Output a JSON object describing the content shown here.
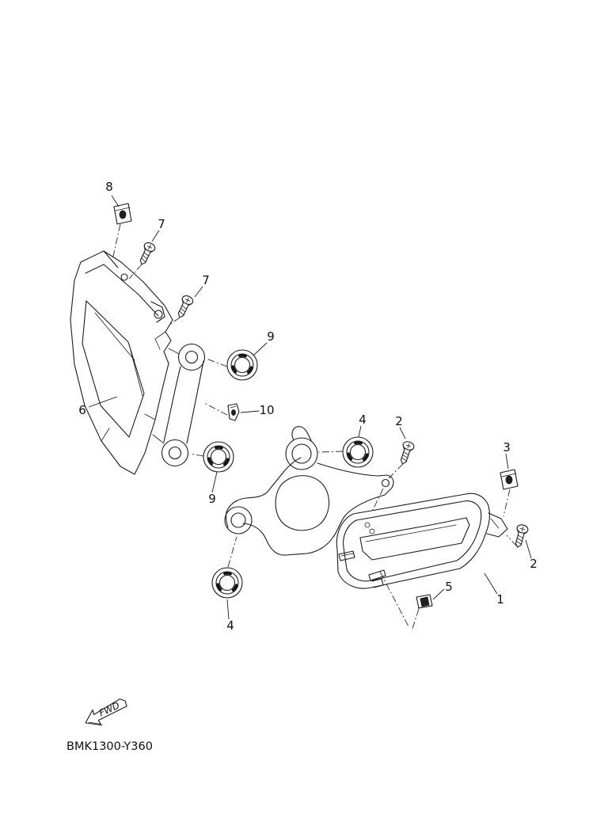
{
  "diagram": {
    "drawing_code": "BMK1300-Y360",
    "fwd_arrow_label": "FWD",
    "part_labels": [
      {
        "ref": "8"
      },
      {
        "ref": "7"
      },
      {
        "ref": "7"
      },
      {
        "ref": "9"
      },
      {
        "ref": "6"
      },
      {
        "ref": "10"
      },
      {
        "ref": "9"
      },
      {
        "ref": "4"
      },
      {
        "ref": "2"
      },
      {
        "ref": "3"
      },
      {
        "ref": "2"
      },
      {
        "ref": "1"
      },
      {
        "ref": "5"
      },
      {
        "ref": "4"
      }
    ]
  }
}
